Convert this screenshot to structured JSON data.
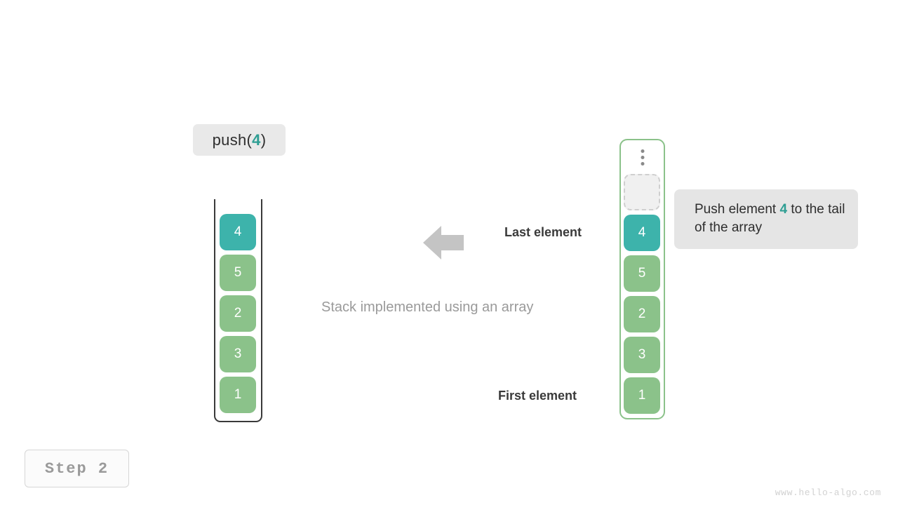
{
  "colors": {
    "teal": "#3DB3AB",
    "teal_text": "#2E9E93",
    "green": "#8BC28A",
    "arrow_gray": "#C4C4C4",
    "label_bg": "#E9E9E9",
    "tooltip_bg": "#E5E5E5",
    "frame_dark": "#3A3A3A",
    "empty_slot_bg": "#F0F0F0",
    "empty_slot_border": "#CFCFCF"
  },
  "operation_label": {
    "prefix": "push(",
    "value": "4",
    "suffix": ")"
  },
  "left_stack": {
    "title": "stack-container",
    "cells": [
      {
        "value": "4",
        "kind": "teal"
      },
      {
        "value": "5",
        "kind": "green"
      },
      {
        "value": "2",
        "kind": "green"
      },
      {
        "value": "3",
        "kind": "green"
      },
      {
        "value": "1",
        "kind": "green"
      }
    ]
  },
  "right_array": {
    "title": "array-container",
    "overflow_indicator": "vertical-ellipsis",
    "cells": [
      {
        "value": "",
        "kind": "empty"
      },
      {
        "value": "4",
        "kind": "teal"
      },
      {
        "value": "5",
        "kind": "green"
      },
      {
        "value": "2",
        "kind": "green"
      },
      {
        "value": "3",
        "kind": "green"
      },
      {
        "value": "1",
        "kind": "green"
      }
    ]
  },
  "annotations": {
    "last_element": "Last element",
    "first_element": "First element",
    "caption": "Stack implemented using an array",
    "arrow": "left-arrow"
  },
  "tooltip": {
    "text_before": "Push element ",
    "value": "4",
    "text_after": " to the tail of the array"
  },
  "step_badge": {
    "label": "Step 2"
  },
  "watermark": {
    "text": "www.hello-algo.com"
  }
}
